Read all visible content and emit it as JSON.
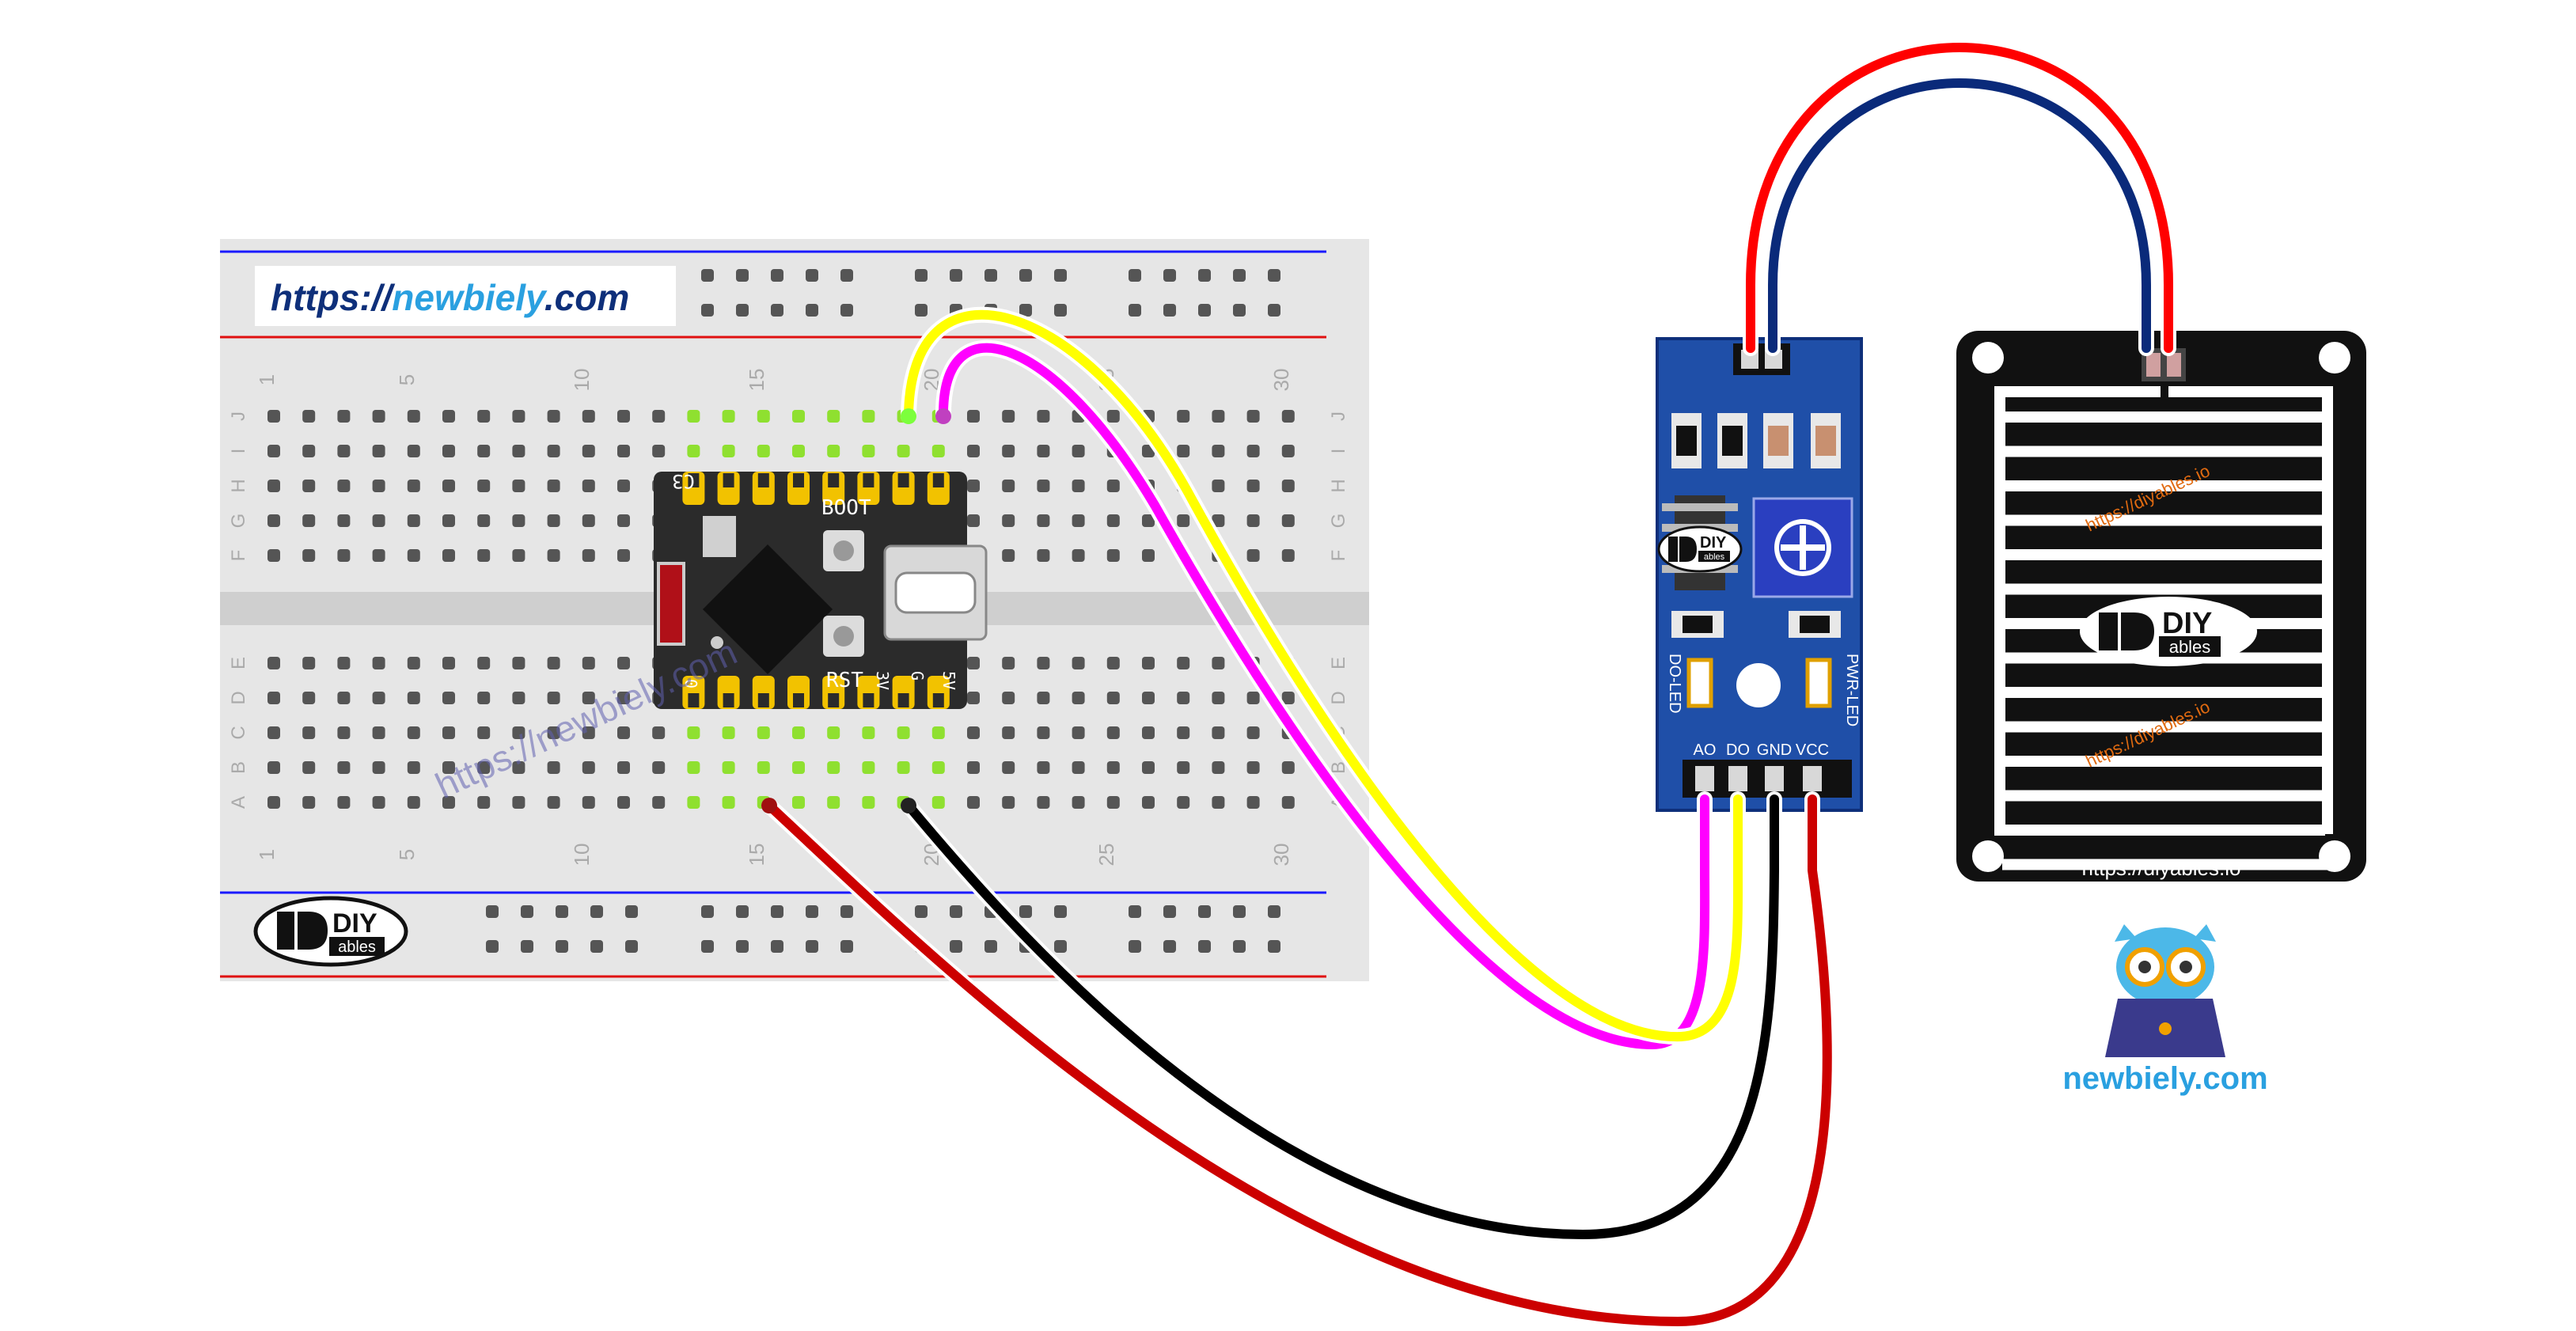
{
  "breadboard": {
    "url_label_prefix": "https://",
    "url_label_name": "newbiely",
    "url_label_suffix": ".com",
    "column_numbers": [
      "1",
      "5",
      "10",
      "15",
      "20",
      "25",
      "30"
    ],
    "row_letters_top": [
      "J",
      "I",
      "H",
      "G",
      "F"
    ],
    "row_letters_bottom": [
      "E",
      "D",
      "C",
      "B",
      "A"
    ],
    "logo_top": "DIY",
    "logo_bottom": "ables",
    "watermark": "https://newbiely.com"
  },
  "microcontroller": {
    "label_boot": "BOOT",
    "label_rst": "RST",
    "label_c3": "C3",
    "pin_5v": "5V",
    "pin_g": "G",
    "pin_3v": "3V",
    "pin_0": "0"
  },
  "sensor_module": {
    "logo_top": "DIY",
    "logo_bottom": "ables",
    "do_led": "DO-LED",
    "pwr_led": "PWR-LED",
    "pins": [
      "AO",
      "DO",
      "GND",
      "VCC"
    ]
  },
  "rain_sensor": {
    "logo_top": "DIY",
    "logo_bottom": "ables",
    "url": "https://diyables.io",
    "watermark": "https://diyables.io"
  },
  "brand": {
    "name": "newbiely.com"
  },
  "wires": [
    {
      "name": "AO",
      "color": "#ff00ff"
    },
    {
      "name": "DO",
      "color": "#ffff00"
    },
    {
      "name": "GND",
      "color": "#000000"
    },
    {
      "name": "VCC",
      "color": "#cc0000"
    },
    {
      "name": "sensor-red",
      "color": "#ff0000"
    },
    {
      "name": "sensor-blue",
      "color": "#0a2a7a"
    }
  ]
}
